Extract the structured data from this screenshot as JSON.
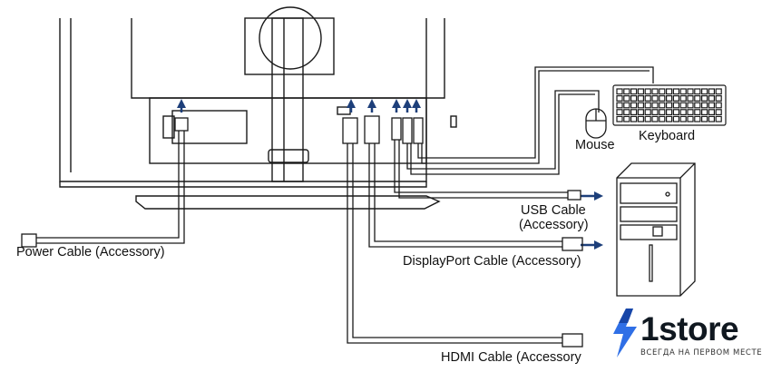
{
  "labels": {
    "mouse": "Mouse",
    "keyboard": "Keyboard",
    "usb_cable_line1": "USB Cable",
    "usb_cable_line2": "(Accessory)",
    "power_cable": "Power Cable (Accessory)",
    "displayport_cable": "DisplayPort Cable (Accessory)",
    "hdmi_cable": "HDMI Cable (Accessory"
  },
  "logo": {
    "text": "1store",
    "tagline": "ВСЕГДА НА ПЕРВОМ МЕСТЕ"
  },
  "colors": {
    "line": "#1a1a1a",
    "arrow": "#1d3f7a",
    "logo_accent": "#2f6fe6",
    "logo_text": "#101820"
  },
  "icons": [
    "monitor-back",
    "stand",
    "mouse-icon",
    "keyboard-icon",
    "pc-tower-icon",
    "logo-bolt-icon"
  ]
}
